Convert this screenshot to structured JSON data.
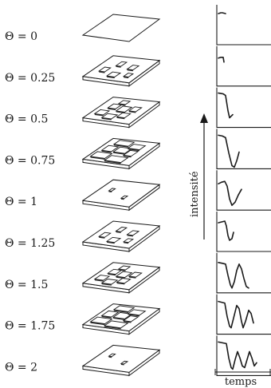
{
  "rows": [
    {
      "label": "Θ = 0",
      "coverage": 0.0,
      "trace": "0,7 3,6 5,6 9,7"
    },
    {
      "label": "Θ = 0.25",
      "coverage": 0.25,
      "trace": "0,11 3,10 6,10 7,16"
    },
    {
      "label": "Θ = 0.5",
      "coverage": 0.5,
      "trace": "0,3 6,4 9,6 12,25 14,34 18,30"
    },
    {
      "label": "Θ = 0.75",
      "coverage": 0.75,
      "trace": "0,4 5,5 9,7 13,26 17,42 20,44 23,36 26,25"
    },
    {
      "label": "Θ = 1",
      "coverage": 1.0,
      "trace": "0,13 4,11 8,10 11,16 14,32 17,40 21,36 25,27 29,20"
    },
    {
      "label": "Θ = 1.25",
      "coverage": 0.25,
      "trace": "0,10 4,9 8,8 10,14 12,26 14,32 17,30 19,22"
    },
    {
      "label": "Θ = 1.5",
      "coverage": 0.5,
      "trace": "0,8 5,9 9,10 12,24 15,36 17,40 20,32 23,18 26,10 29,16 32,28 35,38 38,40"
    },
    {
      "label": "Θ = 1.75",
      "coverage": 0.75,
      "trace": "0,5 4,6 8,7 11,24 14,36 16,38 19,26 23,10 26,14 29,30 31,38 34,30 38,16 41,20 44,32"
    },
    {
      "label": "Θ = 2",
      "coverage": 1.0,
      "trace": "0,4 5,5 10,6 13,24 16,36 18,38 21,26 24,16 27,24 30,34 33,36 36,26 39,16 42,24 45,34 48,30"
    }
  ],
  "axes": {
    "y_label": "intensité",
    "x_label": "temps"
  }
}
